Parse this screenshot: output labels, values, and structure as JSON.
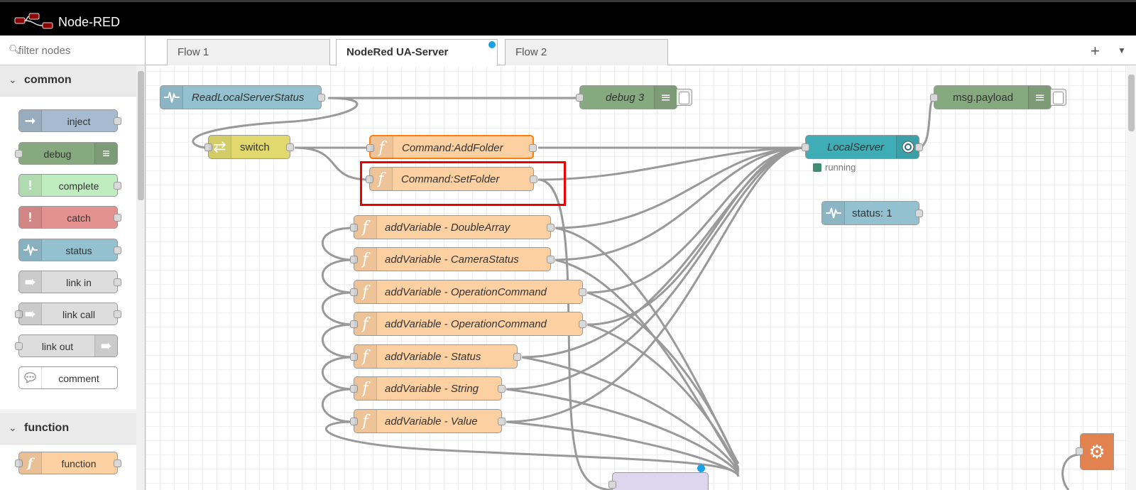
{
  "app": {
    "title": "Node-RED"
  },
  "palette": {
    "filter_placeholder": "filter nodes",
    "categories": [
      {
        "name": "common",
        "nodes": [
          "inject",
          "debug",
          "complete",
          "catch",
          "status",
          "link in",
          "link call",
          "link out",
          "comment"
        ]
      },
      {
        "name": "function",
        "nodes": [
          "function"
        ]
      }
    ]
  },
  "tabs": [
    {
      "label": "Flow 1",
      "active": false
    },
    {
      "label": "NodeRed UA-Server",
      "active": true,
      "changed": true
    },
    {
      "label": "Flow 2",
      "active": false
    }
  ],
  "flow": {
    "nodes": {
      "read_status": "ReadLocalServerStatus",
      "debug3": "debug 3",
      "msg_payload": "msg.payload",
      "switch": "switch",
      "cmd_addfolder": "Command:AddFolder",
      "cmd_setfolder": "Command:SetFolder",
      "local_server": "LocalServer",
      "local_server_status": "running",
      "status1": "status: 1",
      "add_double_array": "addVariable - DoubleArray",
      "add_camera_status": "addVariable - CameraStatus",
      "add_op_cmd_1": "addVariable - OperationCommand",
      "add_op_cmd_2": "addVariable - OperationCommand",
      "add_status": "addVariable - Status",
      "add_string": "addVariable - String",
      "add_value": "addVariable - Value"
    }
  },
  "colors": {
    "function": "#fdd0a2",
    "inject": "#a6bbcf",
    "debug": "#87a980",
    "complete": "#c0edc0",
    "catch": "#e49191",
    "status": "#94c1d0",
    "link": "#dddddd",
    "switch": "#e2d96e",
    "opcua_server": "#3fadb5",
    "selection_highlight": "#ee0000",
    "changed_dot": "#1aa1e8"
  }
}
